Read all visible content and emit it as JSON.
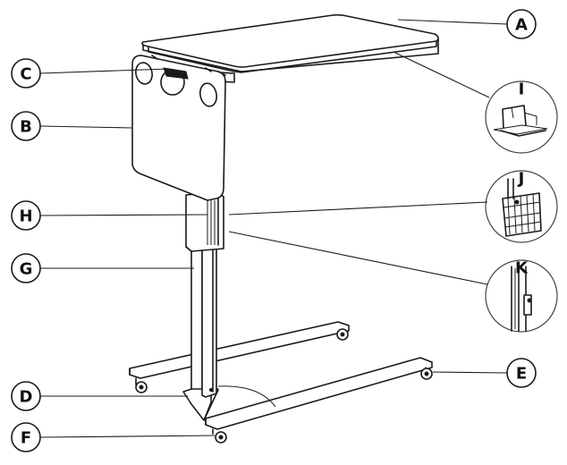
{
  "callouts": {
    "a": "A",
    "b": "B",
    "c": "C",
    "d": "D",
    "e": "E",
    "f": "F",
    "g": "G",
    "h": "H",
    "i": "I",
    "j": "J",
    "k": "K"
  }
}
